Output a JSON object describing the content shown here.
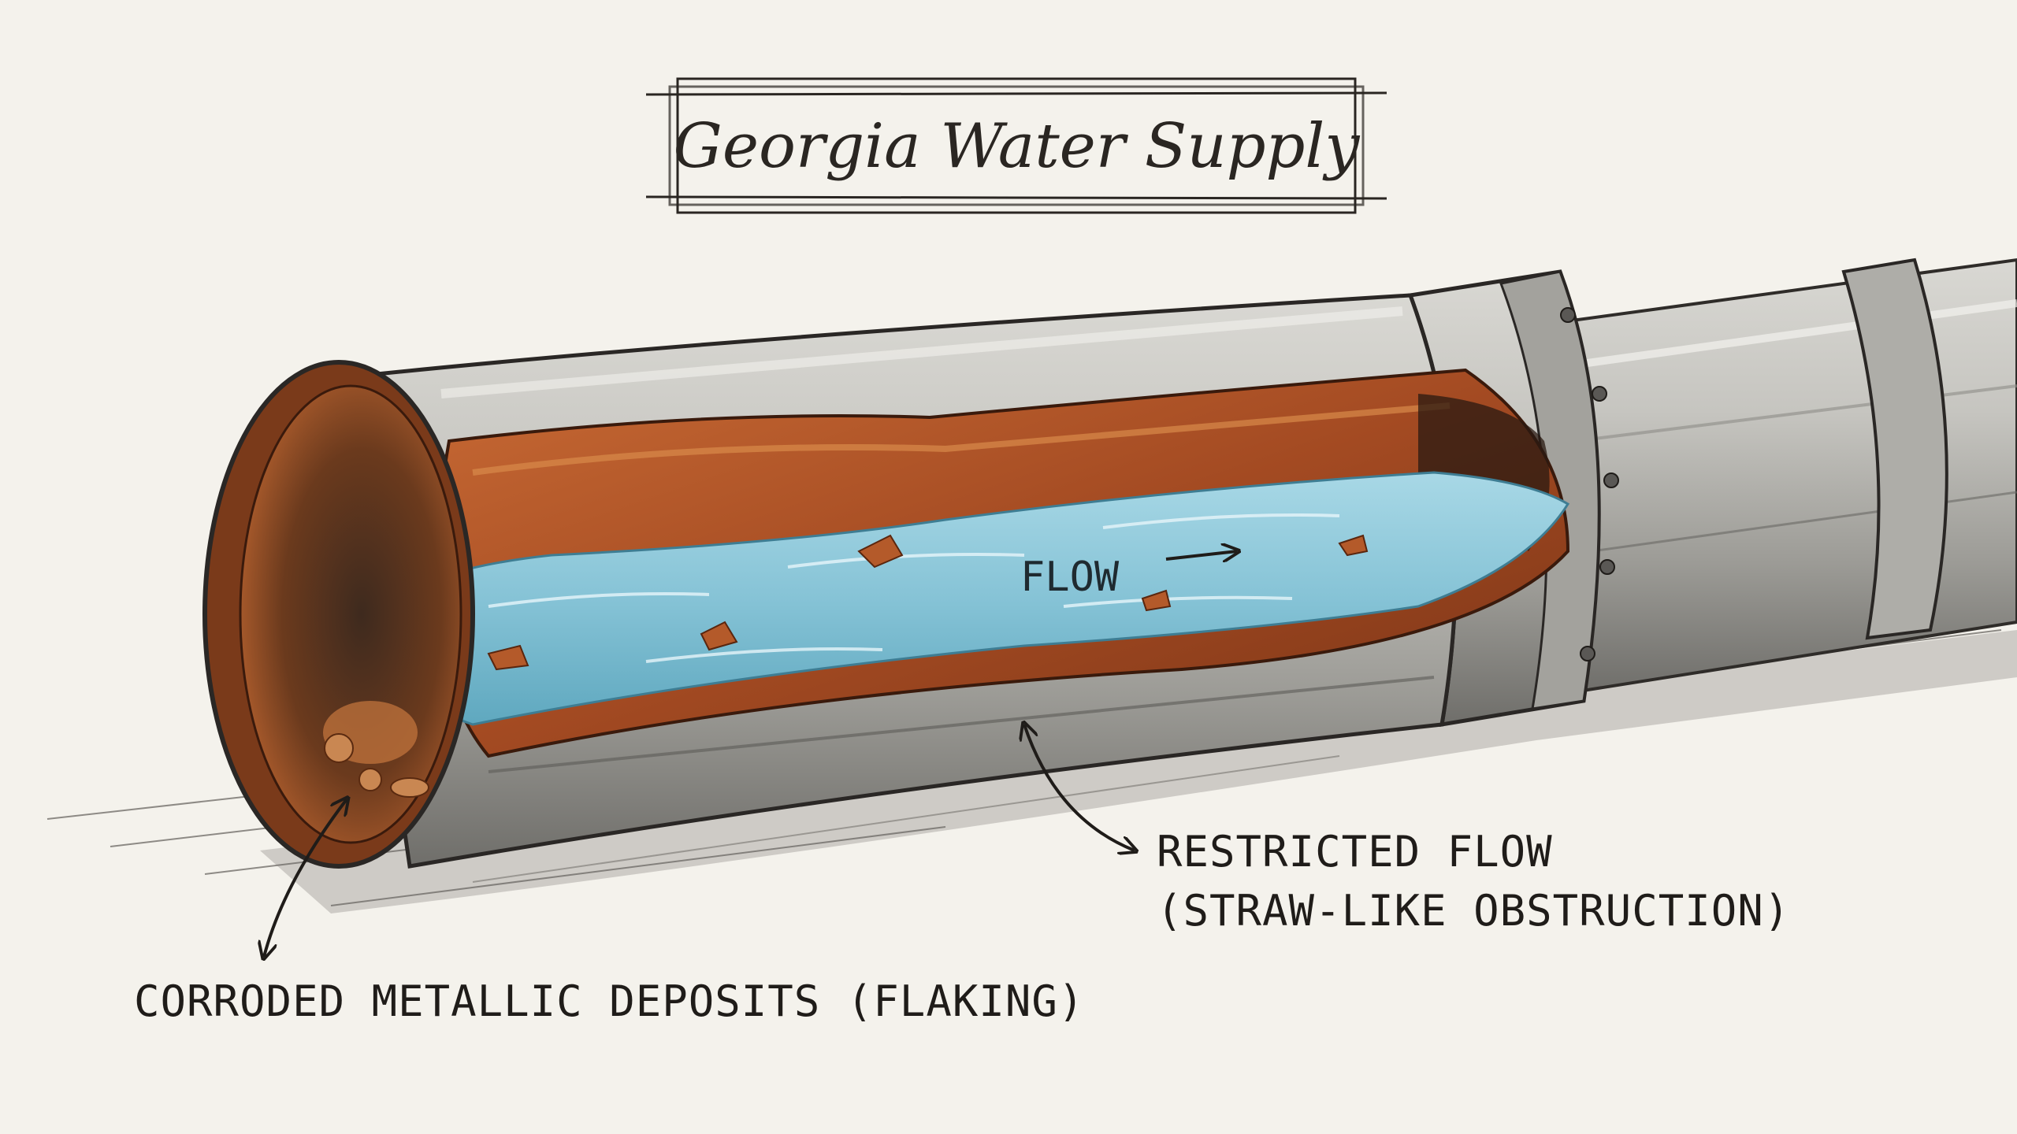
{
  "title": "Georgia Water Supply",
  "flow_label": "FLOW",
  "annotations": {
    "restricted_line1": "RESTRICTED FLOW",
    "restricted_line2": "(STRAW-LIKE OBSTRUCTION)",
    "corroded": "CORRODED METALLIC DEPOSITS (FLAKING)"
  },
  "colors": {
    "paper": "#f4f2ec",
    "steel": "#b9b8b3",
    "rust": "#b0532a",
    "water": "#86c3d6",
    "ink": "#1f1c19"
  }
}
